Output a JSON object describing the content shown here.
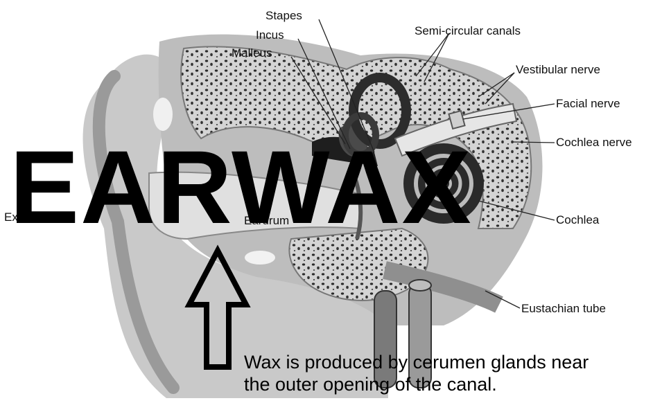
{
  "title": "EARWAX",
  "labels": {
    "stapes": "Stapes",
    "incus": "Incus",
    "malleus": "Malleus",
    "semicircular_canals": "Semi-circular canals",
    "vestibular_nerve": "Vestibular nerve",
    "facial_nerve": "Facial nerve",
    "cochlea_nerve": "Cochlea nerve",
    "cochlea": "Cochlea",
    "eustachian_tube": "Eustachian tube",
    "external_ear": "External ear",
    "eardrum": "Eardrum"
  },
  "caption": {
    "line1": "Wax is produced by cerumen glands near",
    "line2": "the outer opening of the canal."
  }
}
